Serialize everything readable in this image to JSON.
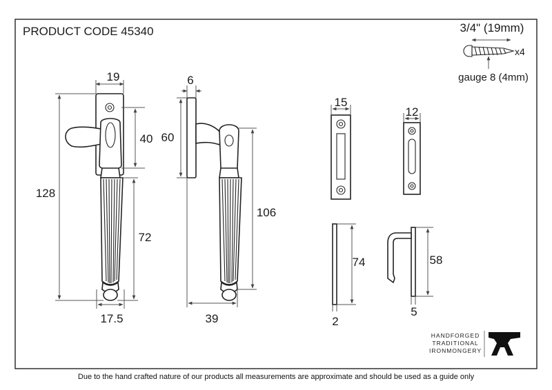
{
  "product_code": "PRODUCT CODE 45340",
  "screw": {
    "length": "3/4\" (19mm)",
    "quantity": "x4",
    "gauge": "gauge 8 (4mm)"
  },
  "dimensions": {
    "front_width": "19",
    "front_height": "128",
    "boss_height": "40",
    "grip_length": "72",
    "grip_width": "17.5",
    "side_depth": "6",
    "side_plate_height": "60",
    "side_drop": "106",
    "side_reach": "39",
    "keep_width": "15",
    "keep2_width": "12",
    "keep_height": "74",
    "keep_thickness": "2",
    "hook_height": "58",
    "hook_thickness": "5"
  },
  "logo": {
    "line1": "HANDFORGED",
    "line2": "TRADITIONAL",
    "line3": "IRONMONGERY"
  },
  "footer_note": "Due to the hand crafted nature of our products all measurements are approximate and should be used as a guide only"
}
